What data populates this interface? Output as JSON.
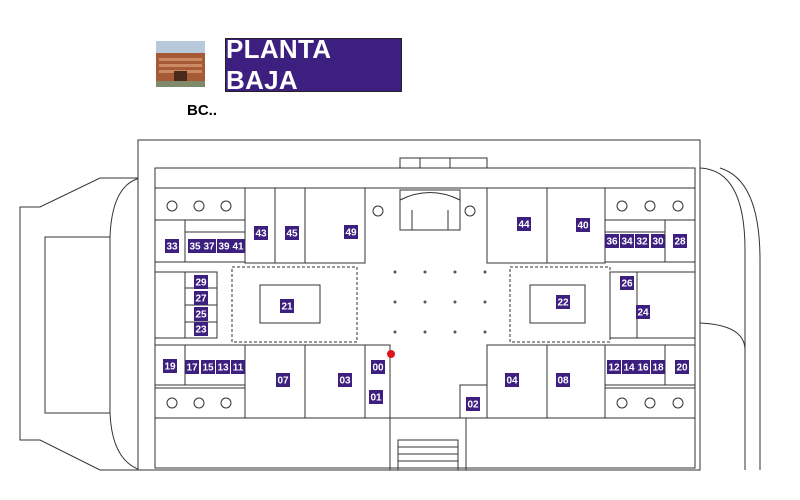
{
  "header": {
    "title": "PLANTA BAJA",
    "building_code": "BC..",
    "photo_icon": "building-photo"
  },
  "colors": {
    "title_bg": "#3d1f80",
    "room_tag_bg": "#3d1f80",
    "location_marker": "#e0141a"
  },
  "rooms": [
    "00",
    "01",
    "02",
    "03",
    "04",
    "07",
    "08",
    "11",
    "12",
    "13",
    "14",
    "15",
    "16",
    "17",
    "18",
    "19",
    "20",
    "21",
    "22",
    "23",
    "24",
    "25",
    "26",
    "27",
    "28",
    "29",
    "30",
    "32",
    "33",
    "34",
    "35",
    "36",
    "37",
    "39",
    "40",
    "41",
    "43",
    "44",
    "45",
    "49"
  ],
  "marker": {
    "label": "",
    "icon": "location-marker-icon"
  }
}
